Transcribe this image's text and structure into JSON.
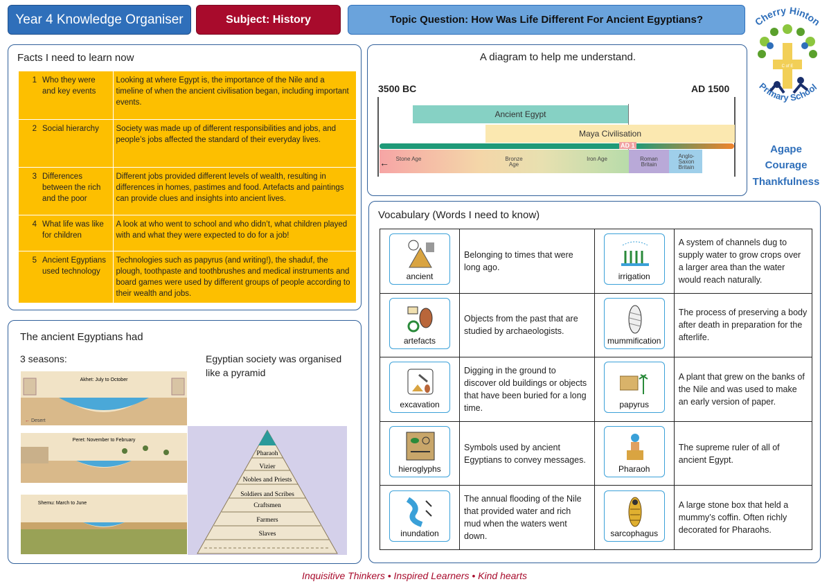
{
  "header": {
    "year": "Year 4 Knowledge Organiser",
    "subject": "Subject: History",
    "topic": "Topic Question:  How Was Life Different For Ancient Egyptians?"
  },
  "school": {
    "name_top": "Cherry Hinton",
    "name_bottom": "Primary School",
    "cross_label": "C of E",
    "values": [
      "Agape",
      "Courage",
      "Thankfulness"
    ]
  },
  "facts": {
    "title": "Facts I need to learn now",
    "rows": [
      {
        "num": "1",
        "label": "Who they were and key events",
        "text": "Looking at where Egypt is, the importance of the Nile and a timeline of when the ancient civilisation began, including important events."
      },
      {
        "num": "2",
        "label": "Social hierarchy",
        "text": "Society was made up of different responsibilities and jobs, and people’s jobs affected the standard of their everyday lives."
      },
      {
        "num": "3",
        "label": "Differences between the rich and the poor",
        "text": "Different jobs provided different levels of wealth, resulting in differences in homes, pastimes and food. Artefacts and paintings can provide clues and insights into ancient lives."
      },
      {
        "num": "4",
        "label": "What life was like for children",
        "text": "A look at who went to school and who didn’t, what children played with and what they were expected to do for a job!"
      },
      {
        "num": "5",
        "label": "Ancient Egyptians used technology",
        "text": "Technologies such as papyrus (and writing!), the shaduf, the plough, toothpaste and toothbrushes and medical instruments and board games were used by different groups of people according to their wealth and jobs."
      }
    ]
  },
  "diagram": {
    "title": "A diagram to help me understand.",
    "start": "3500 BC",
    "end": "AD 1500",
    "bars": [
      "Ancient Egypt",
      "Maya Civilisation"
    ],
    "marker": "AD 1",
    "ages": [
      "Stone Age",
      "Bronze Age",
      "Iron Age",
      "Roman Britain",
      "Anglo-Saxon Britain"
    ],
    "colors": {
      "egypt": "#86d1c4",
      "maya": "#fbe8b0",
      "axis": "#1f9a78",
      "axis_end": "#f0842c"
    }
  },
  "vocab": {
    "title": "Vocabulary (Words I need to know)",
    "items": [
      {
        "word": "ancient",
        "icon": "pyramid-icon",
        "def": "Belonging to times that were long ago."
      },
      {
        "word": "irrigation",
        "icon": "irrigation-icon",
        "def": "A system of channels dug to supply water to grow crops over a larger area than the water would reach naturally."
      },
      {
        "word": "artefacts",
        "icon": "pot-icon",
        "def": "Objects from the past that are studied by archaeologists."
      },
      {
        "word": "mummification",
        "icon": "mummy-icon",
        "def": "The process of preserving a body after death in preparation for the afterlife."
      },
      {
        "word": "excavation",
        "icon": "trowel-icon",
        "def": "Digging in the ground to discover old buildings or objects that have been buried for a long time."
      },
      {
        "word": "papyrus",
        "icon": "papyrus-icon",
        "def": "A plant that grew on the banks of the Nile and was used to make an early version of paper."
      },
      {
        "word": "hieroglyphs",
        "icon": "hieroglyph-icon",
        "def": "Symbols used by ancient Egyptians to convey messages."
      },
      {
        "word": "Pharaoh",
        "icon": "pharaoh-icon",
        "def": "The supreme ruler of all of ancient Egypt."
      },
      {
        "word": "inundation",
        "icon": "river-icon",
        "def": "The annual flooding of the Nile that provided water and rich mud when the waters went down."
      },
      {
        "word": "sarcophagus",
        "icon": "sarcophagus-icon",
        "def": "A large stone box that held a mummy’s coffin. Often richly decorated for Pharaohs."
      }
    ]
  },
  "seasons": {
    "title": "The ancient Egyptians had",
    "subtitle": "3 seasons:",
    "society": "Egyptian society was organised like a pyramid",
    "labels": [
      "Akhet: July to October",
      "Peret: November to February",
      "Shemu: March to June"
    ],
    "desert": "Desert",
    "pyramid": [
      "Pharaoh",
      "Vizier",
      "Nobles and Priests",
      "Soldiers and Scribes",
      "Craftsmen",
      "Farmers",
      "Slaves"
    ]
  },
  "footer": "Inquisitive Thinkers • Inspired Learners • Kind hearts"
}
